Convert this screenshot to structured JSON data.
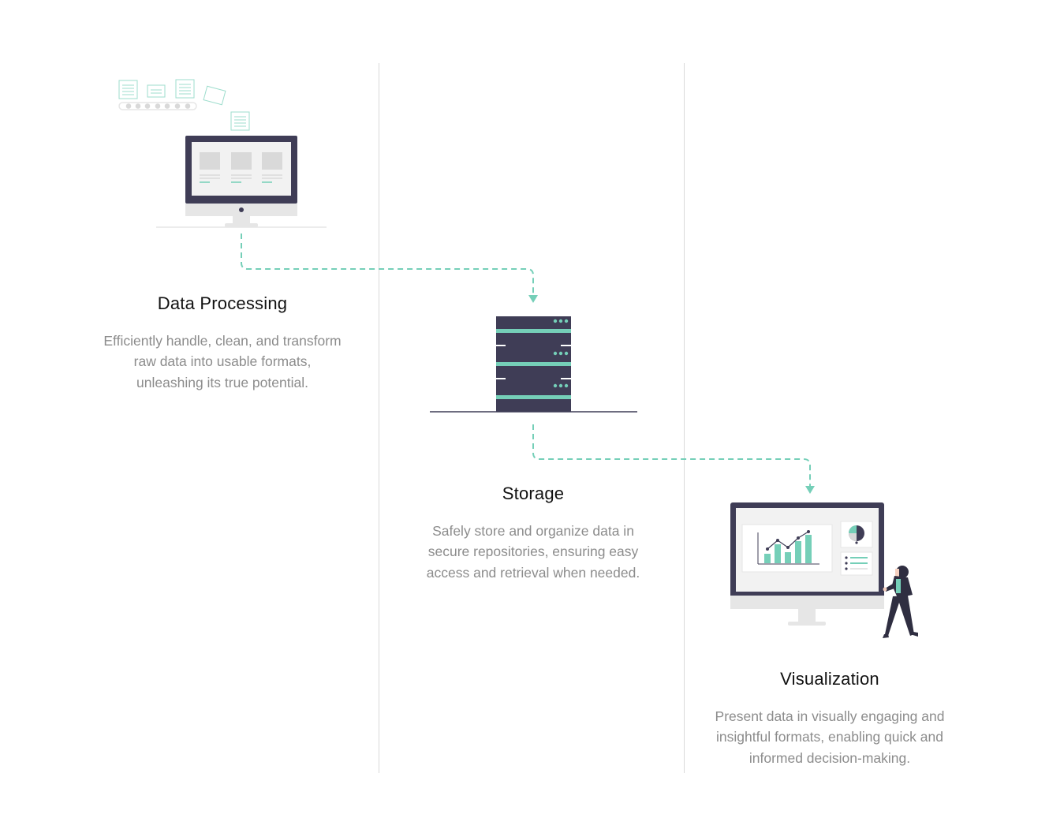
{
  "steps": [
    {
      "title": "Data Processing",
      "description": "Efficiently handle, clean, and transform raw data into usable formats, unleashing its true potential.",
      "icon": "computer-processing-documents-icon"
    },
    {
      "title": "Storage",
      "description": "Safely store and organize data in secure repositories, ensuring easy access and retrieval when needed.",
      "icon": "server-rack-icon"
    },
    {
      "title": "Visualization",
      "description": "Present data in visually engaging and insightful formats, enabling quick and informed decision-making.",
      "icon": "person-presenting-dashboard-icon"
    }
  ],
  "colors": {
    "accent": "#75cfb8",
    "dark": "#3f3d56",
    "divider": "#d9d9d9",
    "title": "#111111",
    "text": "#8c8c8c",
    "screen_gray": "#e6e6e6"
  }
}
